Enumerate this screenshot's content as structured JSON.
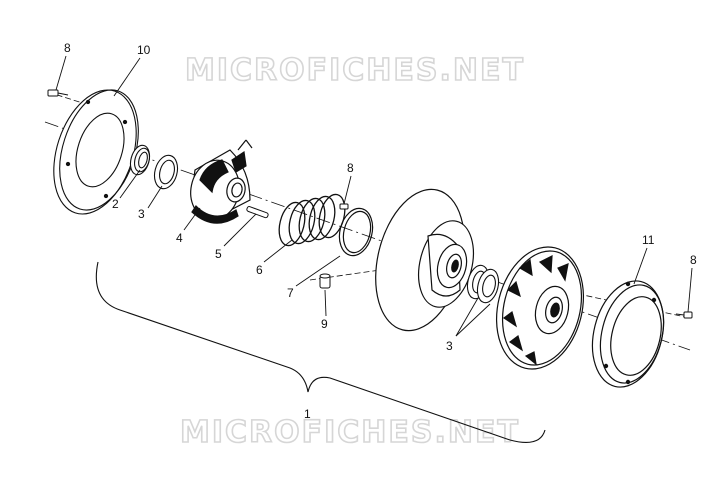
{
  "watermark": {
    "top": "MICROFICHES.NET",
    "bottom": "MICROFICHES.NET"
  },
  "callouts": {
    "c8_top_left": "8",
    "c10": "10",
    "c2": "2",
    "c3_left": "3",
    "c4": "4",
    "c5": "5",
    "c6": "6",
    "c8_mid": "8",
    "c7": "7",
    "c9": "9",
    "c3_right": "3",
    "c11": "11",
    "c8_right": "8",
    "c1": "1"
  },
  "colors": {
    "ink": "#111111",
    "watermark_stroke": "#d6d6d6",
    "paper": "#ffffff"
  }
}
